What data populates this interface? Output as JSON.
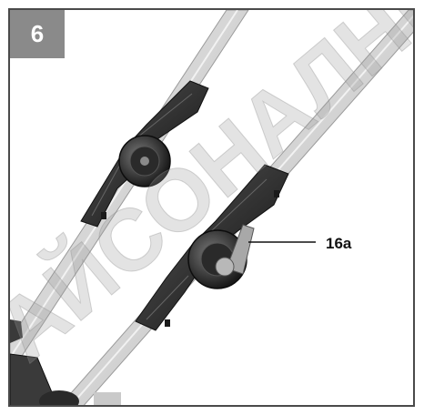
{
  "figure": {
    "step_number": "6",
    "callout_label": "16a",
    "watermark_text": "АЙСОНАЛНИ РЕ"
  },
  "colors": {
    "badge": "#8a8a8a",
    "frame": "#4a4a4a",
    "tube": "#d9d9d9",
    "bracket": "#2f2f2f"
  }
}
